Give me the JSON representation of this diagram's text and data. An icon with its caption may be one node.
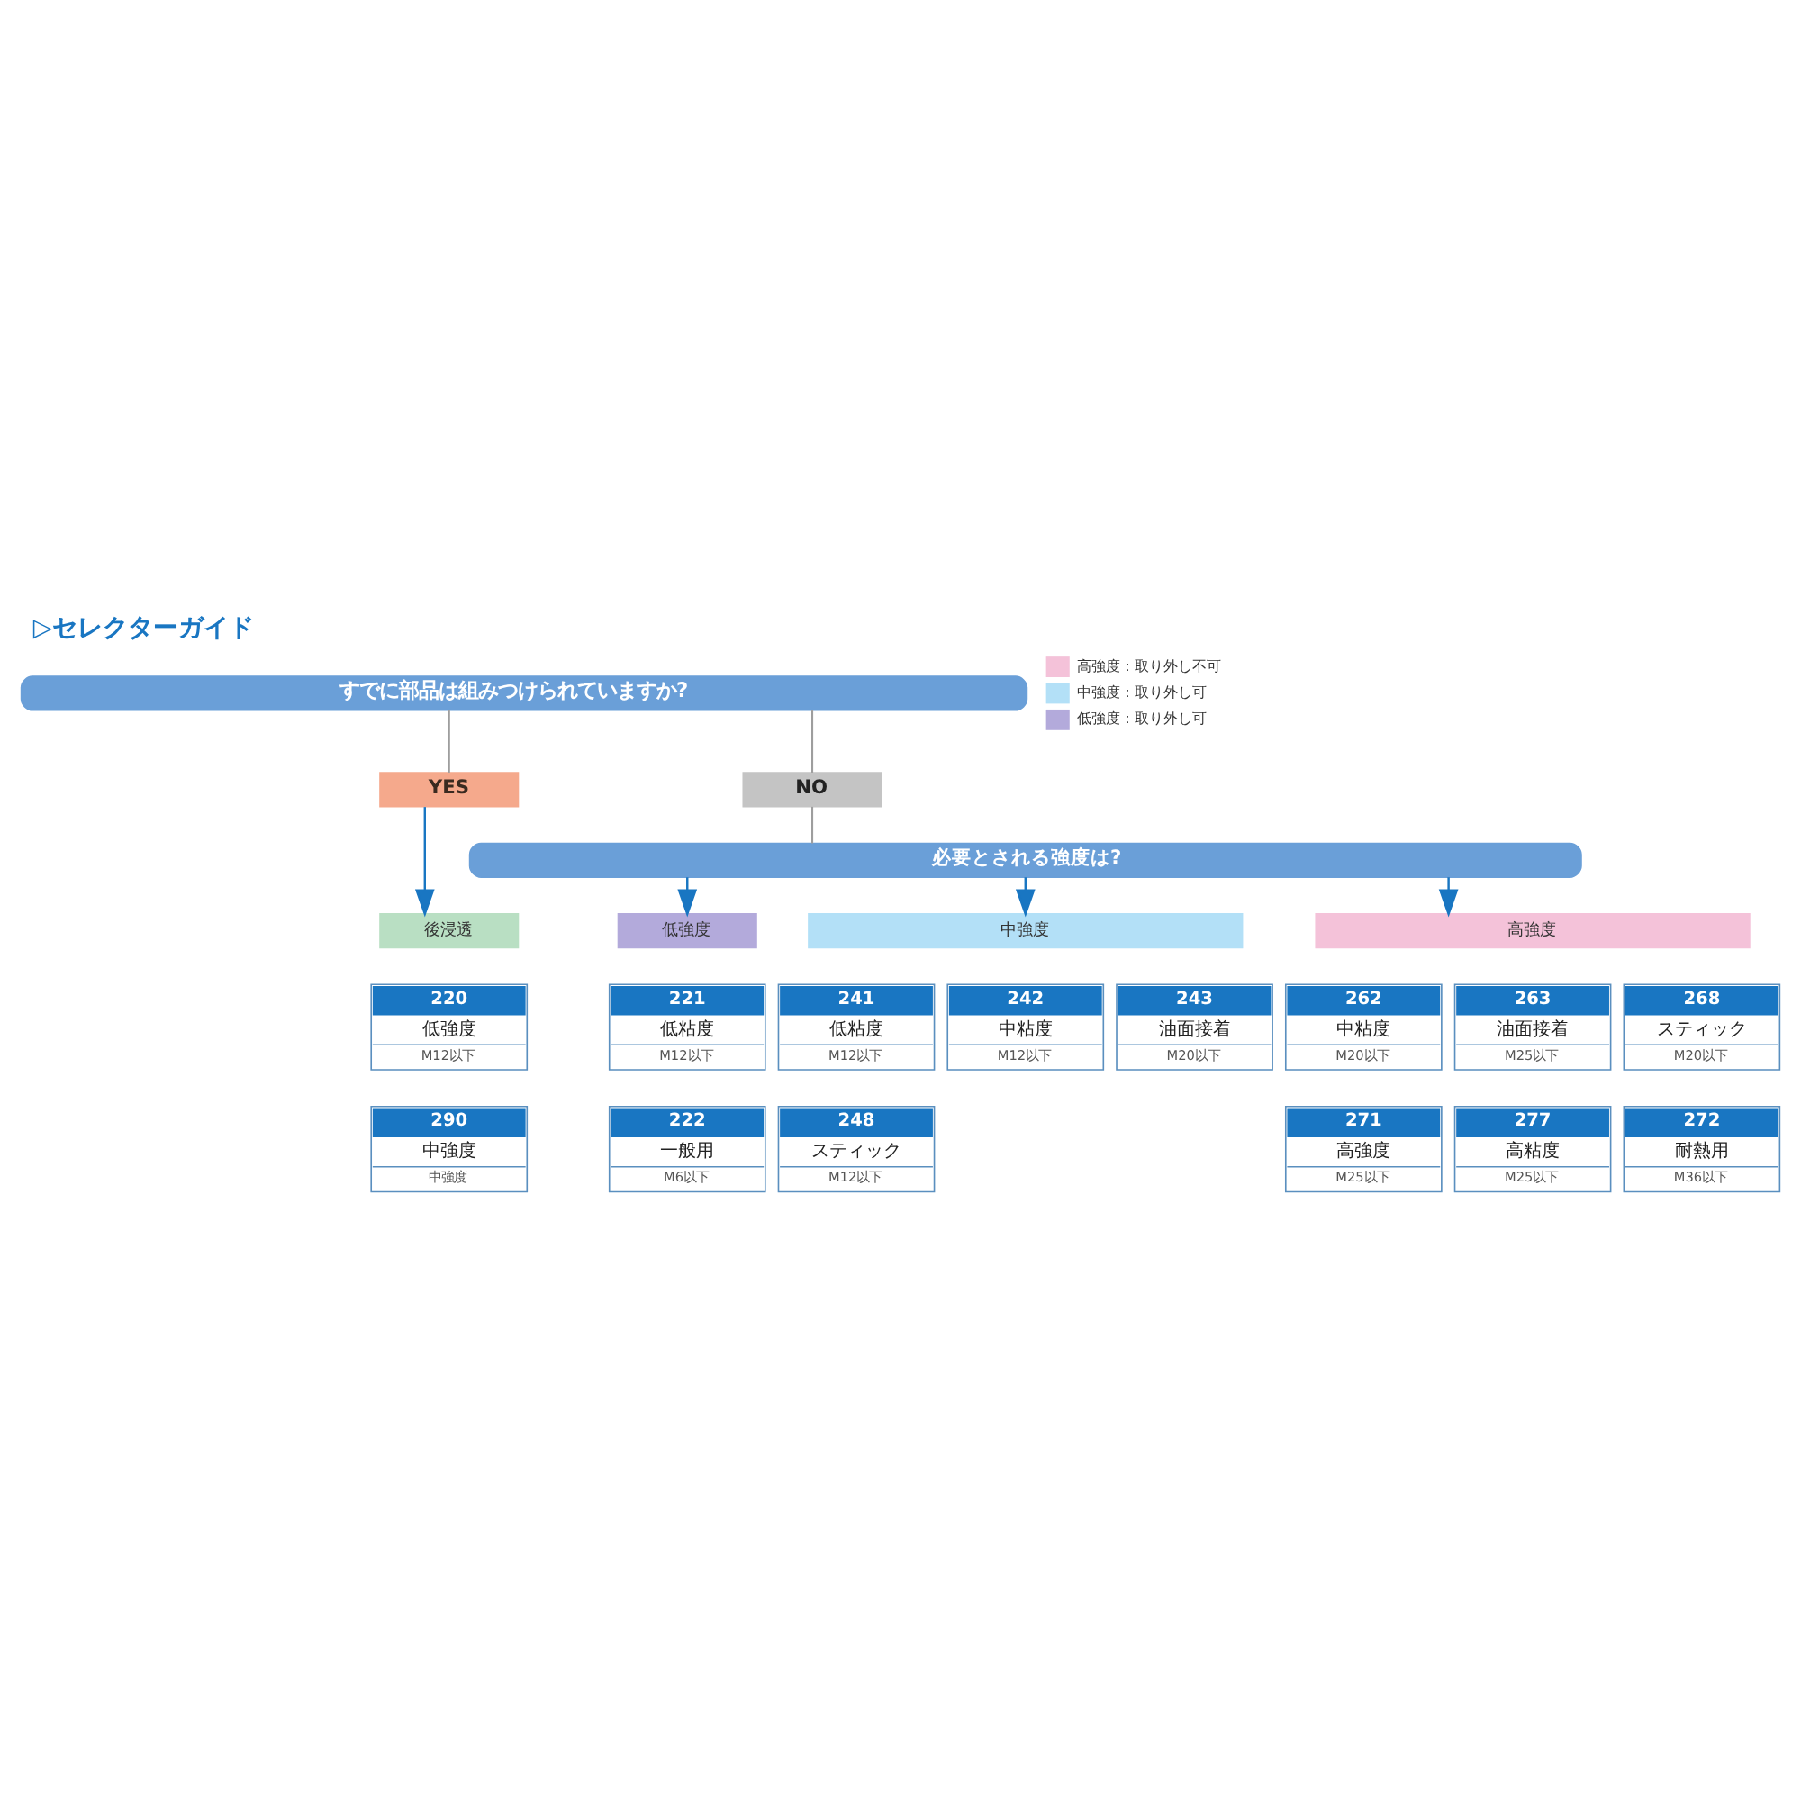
{
  "diagram": {
    "title": "▷セレクターガイド",
    "nodes": [
      {
        "text": [
          "すでに部品は組みつけられていますか?"
        ]
      },
      {
        "text": [
          "YES"
        ]
      },
      {
        "text": [
          "NO"
        ]
      },
      {
        "text": [
          "必要とされる強度は?"
        ]
      },
      {
        "text": [
          "後浸透"
        ]
      },
      {
        "text": [
          "低強度"
        ]
      },
      {
        "text": [
          "中強度"
        ]
      },
      {
        "text": [
          "高強度"
        ]
      },
      {
        "text": [
          "220",
          "低強度",
          "M12以下"
        ]
      },
      {
        "text": [
          "221",
          "低粘度",
          "M12以下"
        ]
      },
      {
        "text": [
          "241",
          "低粘度",
          "M12以下"
        ]
      },
      {
        "text": [
          "242",
          "中粘度",
          "M12以下"
        ]
      },
      {
        "text": [
          "243",
          "油面接着",
          "M20以下"
        ]
      },
      {
        "text": [
          "262",
          "中粘度",
          "M20以下"
        ]
      },
      {
        "text": [
          "263",
          "油面接着",
          "M25以下"
        ]
      },
      {
        "text": [
          "268",
          "スティック",
          "M20以下"
        ]
      },
      {
        "text": [
          "290",
          "中強度",
          "中強度"
        ]
      },
      {
        "text": [
          "222",
          "一般用",
          "M6以下"
        ]
      },
      {
        "text": [
          "248",
          "スティック",
          "M12以下"
        ]
      },
      {
        "text": [
          "271",
          "高強度",
          "M25以下"
        ]
      },
      {
        "text": [
          "277",
          "高粘度",
          "M25以下"
        ]
      },
      {
        "text": [
          "272",
          "耐熱用",
          "M36以下"
        ]
      }
    ],
    "edges": [
      {
        "from": 0,
        "to": 1,
        "arrow": "none",
        "color": "#9e9e9e"
      },
      {
        "from": 0,
        "to": 2,
        "arrow": "none",
        "color": "#9e9e9e"
      },
      {
        "from": 2,
        "to": 3,
        "arrow": "none",
        "color": "#9e9e9e"
      },
      {
        "from": 1,
        "to": 4,
        "arrow": "to"
      },
      {
        "from": 3,
        "to": 5,
        "arrow": "to"
      },
      {
        "from": 3,
        "to": 6,
        "arrow": "to"
      },
      {
        "from": 3,
        "to": 7,
        "arrow": "to"
      }
    ],
    "legend": [
      {
        "text": "高強度：取り外し不可",
        "color": "#f4c2d9"
      },
      {
        "text": "中強度：取り外し可",
        "color": "#b3e0f7"
      },
      {
        "text": "低強度：取り外し可",
        "color": "#b3aadb"
      }
    ]
  }
}
